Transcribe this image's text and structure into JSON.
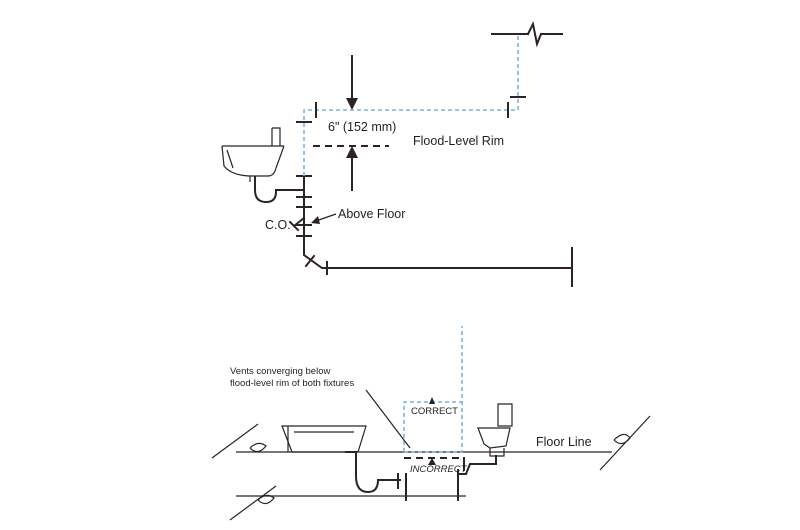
{
  "upper_diagram": {
    "dimension_label": "6\" (152 mm)",
    "flood_level_label": "Flood-Level Rim",
    "cleanout_label": "C.O.",
    "above_floor_label": "Above Floor"
  },
  "lower_diagram": {
    "callout_line1": "Vents converging below",
    "callout_line2": "flood-level rim of both fixtures",
    "correct_label": "CORRECT",
    "incorrect_label": "INCORRECT",
    "floor_line_label": "Floor Line"
  },
  "colors": {
    "pipe": "#2b2326",
    "vent": "#7fb2dd"
  }
}
